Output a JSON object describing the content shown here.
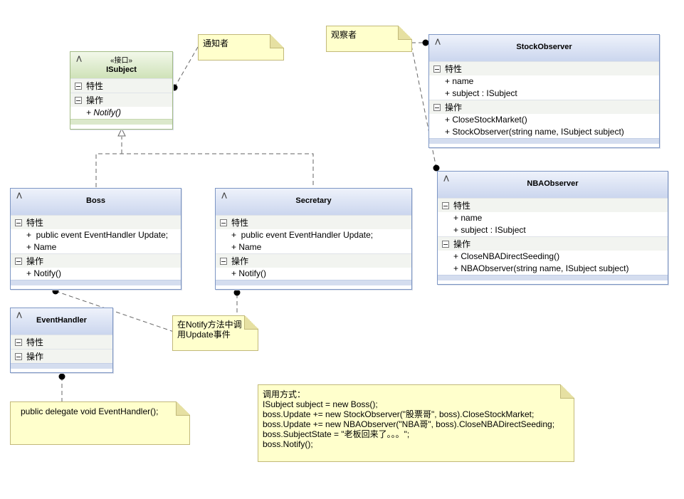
{
  "collapse_icon": "double-chevron-up-icon",
  "colors": {
    "class_border": "#7d96c4",
    "class_header_gradient": [
      "#eef2fb",
      "#cbd6ee"
    ],
    "interface_header_gradient": [
      "#f2f8ea",
      "#cfe2b8"
    ],
    "note_fill": "#ffffcc",
    "note_border": "#c2b97a",
    "connector": "#666666"
  },
  "classes": {
    "isubject": {
      "stereotype": "«接口»",
      "name": "ISubject",
      "attr_section": "特性",
      "ops_section": "操作",
      "operations": [
        "+ Notify()"
      ]
    },
    "boss": {
      "name": "Boss",
      "attr_section": "特性",
      "attributes": [
        "+  public event EventHandler Update;",
        "+ Name"
      ],
      "ops_section": "操作",
      "operations": [
        "+ Notify()"
      ]
    },
    "secretary": {
      "name": "Secretary",
      "attr_section": "特性",
      "attributes": [
        "+  public event EventHandler Update;",
        "+ Name"
      ],
      "ops_section": "操作",
      "operations": [
        "+ Notify()"
      ]
    },
    "eventhandler": {
      "name": "EventHandler",
      "attr_section": "特性",
      "ops_section": "操作"
    },
    "stockobserver": {
      "name": "StockObserver",
      "attr_section": "特性",
      "attributes": [
        "+ name",
        "+ subject : ISubject"
      ],
      "ops_section": "操作",
      "operations": [
        "+ CloseStockMarket()",
        "+ StockObserver(string name, ISubject subject)"
      ]
    },
    "nbaobserver": {
      "name": "NBAObserver",
      "attr_section": "特性",
      "attributes": [
        "+ name",
        "+ subject : ISubject"
      ],
      "ops_section": "操作",
      "operations": [
        "+ CloseNBADirectSeeding()",
        "+ NBAObserver(string name, ISubject subject)"
      ]
    }
  },
  "notes": {
    "notifier": "通知者",
    "observer": "观察者",
    "notify_call": "在Notify方法中调\n用Update事件",
    "delegate": "public delegate void EventHandler();",
    "usage": "调用方式：\nISubject subject = new Boss();\nboss.Update += new StockObserver(\"股票哥\", boss).CloseStockMarket;\nboss.Update += new NBAObserver(\"NBA哥\", boss).CloseNBADirectSeeding;\nboss.SubjectState = \"老板回来了。。。\";\nboss.Notify();"
  }
}
